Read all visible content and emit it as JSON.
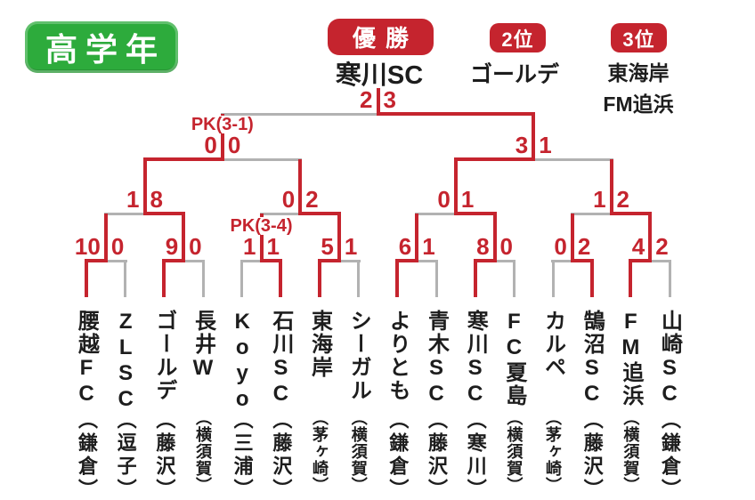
{
  "title_badge": "高学年",
  "results": {
    "champion": {
      "badge": "優勝",
      "team": "寒川SC"
    },
    "second": {
      "badge": "2位",
      "team": "ゴールデ"
    },
    "third": {
      "badge": "3位",
      "teams": [
        "東海岸",
        "FM追浜"
      ]
    }
  },
  "colors": {
    "win_line": "#c5242e",
    "lose_line": "#b2b2b2",
    "badge_red": "#c5242e",
    "badge_green": "#2dab3c",
    "text": "#1d1d1d"
  },
  "bracket": {
    "teams": [
      {
        "name": "腰越FC",
        "location": "鎌倉"
      },
      {
        "name": "ZLSC",
        "location": "逗子"
      },
      {
        "name": "ゴールデ",
        "location": "藤沢"
      },
      {
        "name": "長井W",
        "location": "横須賀"
      },
      {
        "name": "Koyo",
        "location": "三浦"
      },
      {
        "name": "石川SC",
        "location": "藤沢"
      },
      {
        "name": "東海岸",
        "location": "茅ヶ崎"
      },
      {
        "name": "シーガル",
        "location": "横須賀"
      },
      {
        "name": "よりとも",
        "location": "鎌倉"
      },
      {
        "name": "青木SC",
        "location": "藤沢"
      },
      {
        "name": "寒川SC",
        "location": "寒川"
      },
      {
        "name": "FC夏島",
        "location": "横須賀"
      },
      {
        "name": "カルペ",
        "location": "茅ヶ崎"
      },
      {
        "name": "鵠沼SC",
        "location": "藤沢"
      },
      {
        "name": "FM追浜",
        "location": "横須賀"
      },
      {
        "name": "山崎SC",
        "location": "鎌倉"
      }
    ],
    "rounds": [
      {
        "name": "round1",
        "matches": [
          {
            "score": [
              10,
              0
            ],
            "winner": "left"
          },
          {
            "score": [
              9,
              0
            ],
            "winner": "left"
          },
          {
            "score": [
              1,
              1
            ],
            "winner": "right",
            "pk": "PK(3-4)"
          },
          {
            "score": [
              5,
              1
            ],
            "winner": "left"
          },
          {
            "score": [
              6,
              1
            ],
            "winner": "left"
          },
          {
            "score": [
              8,
              0
            ],
            "winner": "left"
          },
          {
            "score": [
              0,
              2
            ],
            "winner": "right"
          },
          {
            "score": [
              4,
              2
            ],
            "winner": "left"
          }
        ]
      },
      {
        "name": "quarterfinal",
        "matches": [
          {
            "score": [
              1,
              8
            ],
            "winner": "right"
          },
          {
            "score": [
              0,
              2
            ],
            "winner": "right"
          },
          {
            "score": [
              0,
              1
            ],
            "winner": "right"
          },
          {
            "score": [
              1,
              2
            ],
            "winner": "right"
          }
        ]
      },
      {
        "name": "semifinal",
        "matches": [
          {
            "score": [
              0,
              0
            ],
            "winner": "left",
            "pk": "PK(3-1)"
          },
          {
            "score": [
              3,
              1
            ],
            "winner": "left"
          }
        ]
      },
      {
        "name": "final",
        "matches": [
          {
            "score": [
              2,
              3
            ],
            "winner": "right"
          }
        ]
      }
    ]
  }
}
